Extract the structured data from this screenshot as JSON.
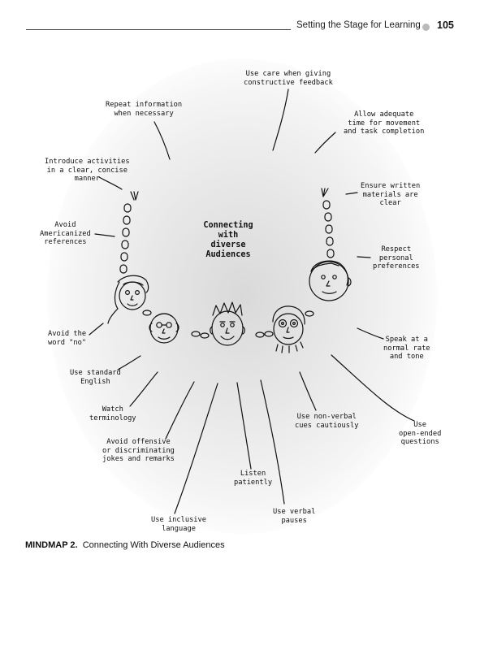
{
  "header": {
    "running_title": "Setting the Stage for Learning",
    "page_number": "105"
  },
  "mindmap": {
    "center": "Connecting\nwith\ndiverse\nAudiences",
    "labels": {
      "feedback": "Use care when giving\nconstructive feedback",
      "repeat": "Repeat information\nwhen necessary",
      "allow_time": "Allow adequate\ntime for movement\nand task completion",
      "introduce": "Introduce activities\nin a clear, concise\nmanner",
      "written": "Ensure written\nmaterials are\nclear",
      "americanized": "Avoid\nAmericanized\nreferences",
      "preferences": "Respect\npersonal\npreferences",
      "avoid_no": "Avoid the\nword \"no\"",
      "speak_rate": "Speak at a\nnormal rate\nand tone",
      "standard_english": "Use standard\nEnglish",
      "terminology": "Watch\nterminology",
      "nonverbal": "Use non-verbal\ncues cautiously",
      "open_ended": "Use\nopen-ended\nquestions",
      "offensive": "Avoid offensive\nor discriminating\njokes and remarks",
      "listen": "Listen\npatiently",
      "verbal_pauses": "Use verbal\npauses",
      "inclusive": "Use inclusive\nlanguage"
    }
  },
  "caption": {
    "label": "MINDMAP 2.",
    "text": "Connecting With Diverse Audiences"
  }
}
